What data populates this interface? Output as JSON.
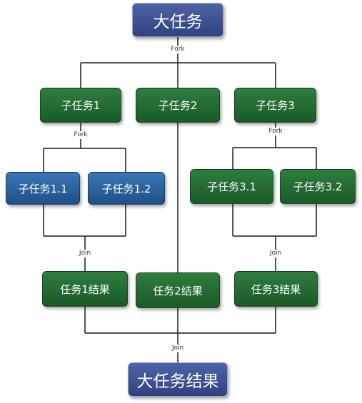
{
  "nodes": {
    "root": "大任务",
    "sub1": "子任务1",
    "sub2": "子任务2",
    "sub3": "子任务3",
    "sub1_1": "子任务1.1",
    "sub1_2": "子任务1.2",
    "sub3_1": "子任务3.1",
    "sub3_2": "子任务3.2",
    "res1": "任务1结果",
    "res2": "任务2结果",
    "res3": "任务3结果",
    "final": "大任务结果"
  },
  "connectors": {
    "fork_top": "Fork",
    "fork_1": "Fork",
    "fork_3": "Fork",
    "join_1": "Join",
    "join_3": "Join",
    "join_final": "Join"
  },
  "colors": {
    "root_final": "#3b4f93",
    "subtask_green": "#226632",
    "subtask_blue": "#2a5f9e",
    "line": "#1a1a1a"
  }
}
